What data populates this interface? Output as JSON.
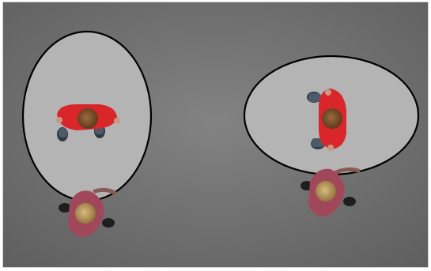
{
  "scene": {
    "floor_color": "#6e6e6e",
    "zone_fill": "#b4b4b4",
    "zone_outline": "#000000",
    "figures": [
      {
        "panel": "left",
        "role": "inside-zone",
        "shirt_color": "#d8262b",
        "facing": "down"
      },
      {
        "panel": "left",
        "role": "outside-zone",
        "shirt_color": "#a0485a",
        "facing": "up"
      },
      {
        "panel": "right",
        "role": "inside-zone",
        "shirt_color": "#d8262b",
        "facing": "left"
      },
      {
        "panel": "right",
        "role": "outside-zone",
        "shirt_color": "#a0485a",
        "facing": "up"
      }
    ]
  }
}
